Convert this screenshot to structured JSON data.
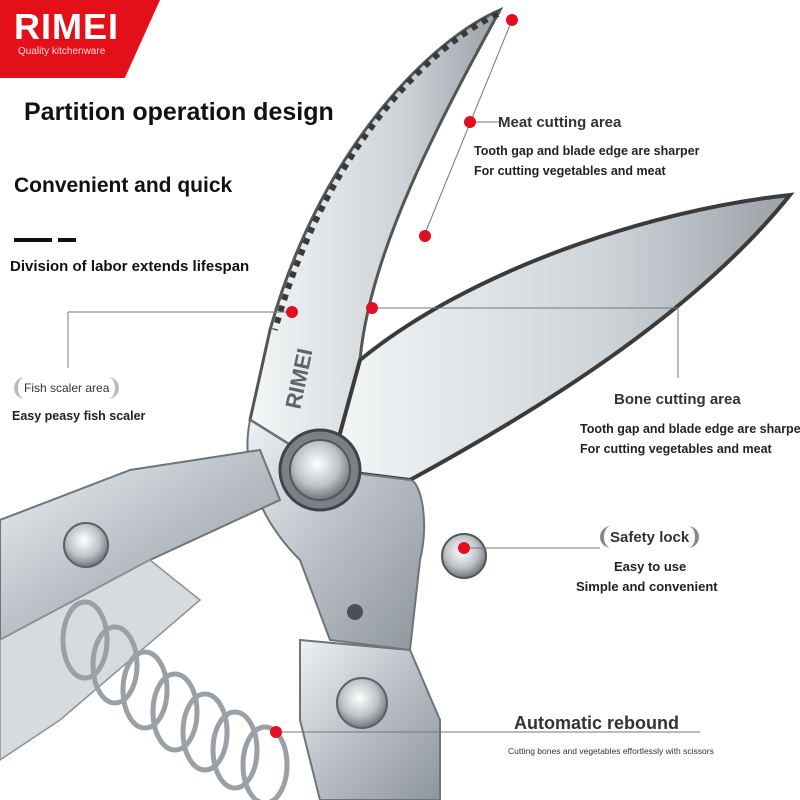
{
  "brand": {
    "logo": "RIMEI",
    "tagline": "Quality kitchenware"
  },
  "headline": {
    "title": "Partition operation design",
    "subtitle": "Convenient and quick",
    "note": "Division of labor extends lifespan"
  },
  "product": {
    "engraving": "RIMEI"
  },
  "callouts": {
    "meat": {
      "title": "Meat cutting area",
      "line1": "Tooth gap and blade edge are sharper",
      "line2": "For cutting vegetables and meat"
    },
    "fish": {
      "title": "Fish scaler area",
      "line1": "Easy peasy fish scaler"
    },
    "bone": {
      "title": "Bone cutting area",
      "line1": "Tooth gap and blade edge are sharper",
      "line2": "For cutting vegetables and meat"
    },
    "lock": {
      "title": "Safety lock",
      "line1": "Easy to use",
      "line2": "Simple and convenient"
    },
    "rebound": {
      "title": "Automatic rebound",
      "line1": "Cutting bones and vegetables effortlessly with scissors"
    }
  },
  "colors": {
    "accent": "#e01020",
    "brand_red": "#e3101a",
    "steel": "#c9ced3"
  }
}
